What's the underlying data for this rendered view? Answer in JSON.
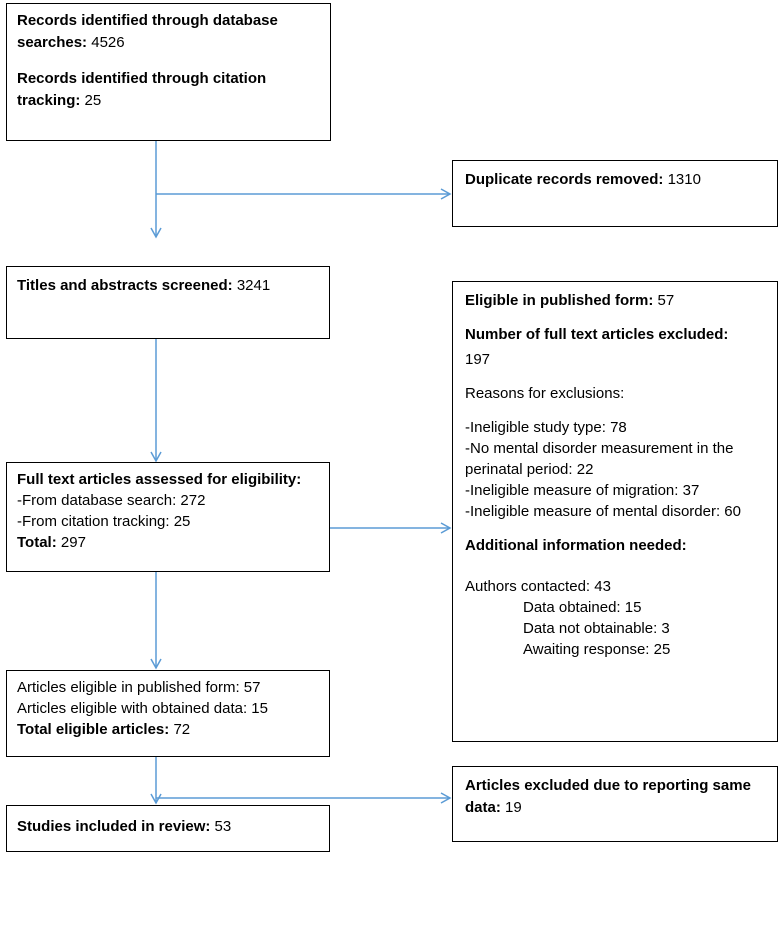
{
  "identification": {
    "db_label": "Records identified through database searches:",
    "db_value": "4526",
    "citation_label": "Records identified through citation tracking:",
    "citation_value": "25"
  },
  "duplicates": {
    "label": "Duplicate records removed:",
    "value": "1310"
  },
  "screened": {
    "label": "Titles and abstracts screened:",
    "value": "3241"
  },
  "fulltext": {
    "label": "Full text articles assessed for eligibility:",
    "from_db": "-From database search: 272",
    "from_citation": "-From citation tracking: 25",
    "total_label": "Total:",
    "total_value": "297"
  },
  "exclusions": {
    "eligible_label": "Eligible in published form:",
    "eligible_value": "57",
    "excluded_label": "Number of full text articles excluded:",
    "excluded_value": "197",
    "reasons_heading": "Reasons for exclusions:",
    "reasons": [
      "-Ineligible study type: 78",
      "-No mental disorder measurement in the perinatal period: 22",
      "-Ineligible measure of migration: 37",
      "-Ineligible measure of mental disorder: 60"
    ],
    "additional_heading": "Additional information needed:",
    "authors_contacted": "Authors contacted: 43",
    "data_obtained": "Data obtained: 15",
    "data_not_obtainable": "Data not obtainable: 3",
    "awaiting_response": "Awaiting response: 25"
  },
  "eligible": {
    "published": "Articles eligible in published form: 57",
    "obtained": "Articles eligible with obtained data: 15",
    "total_label": "Total eligible articles:",
    "total_value": "72"
  },
  "same_data": {
    "label": "Articles excluded due to reporting same data:",
    "value": "19"
  },
  "included": {
    "label": "Studies included in review:",
    "value": "53"
  },
  "colors": {
    "arrow": "#5b9bd5",
    "border": "#000000"
  }
}
